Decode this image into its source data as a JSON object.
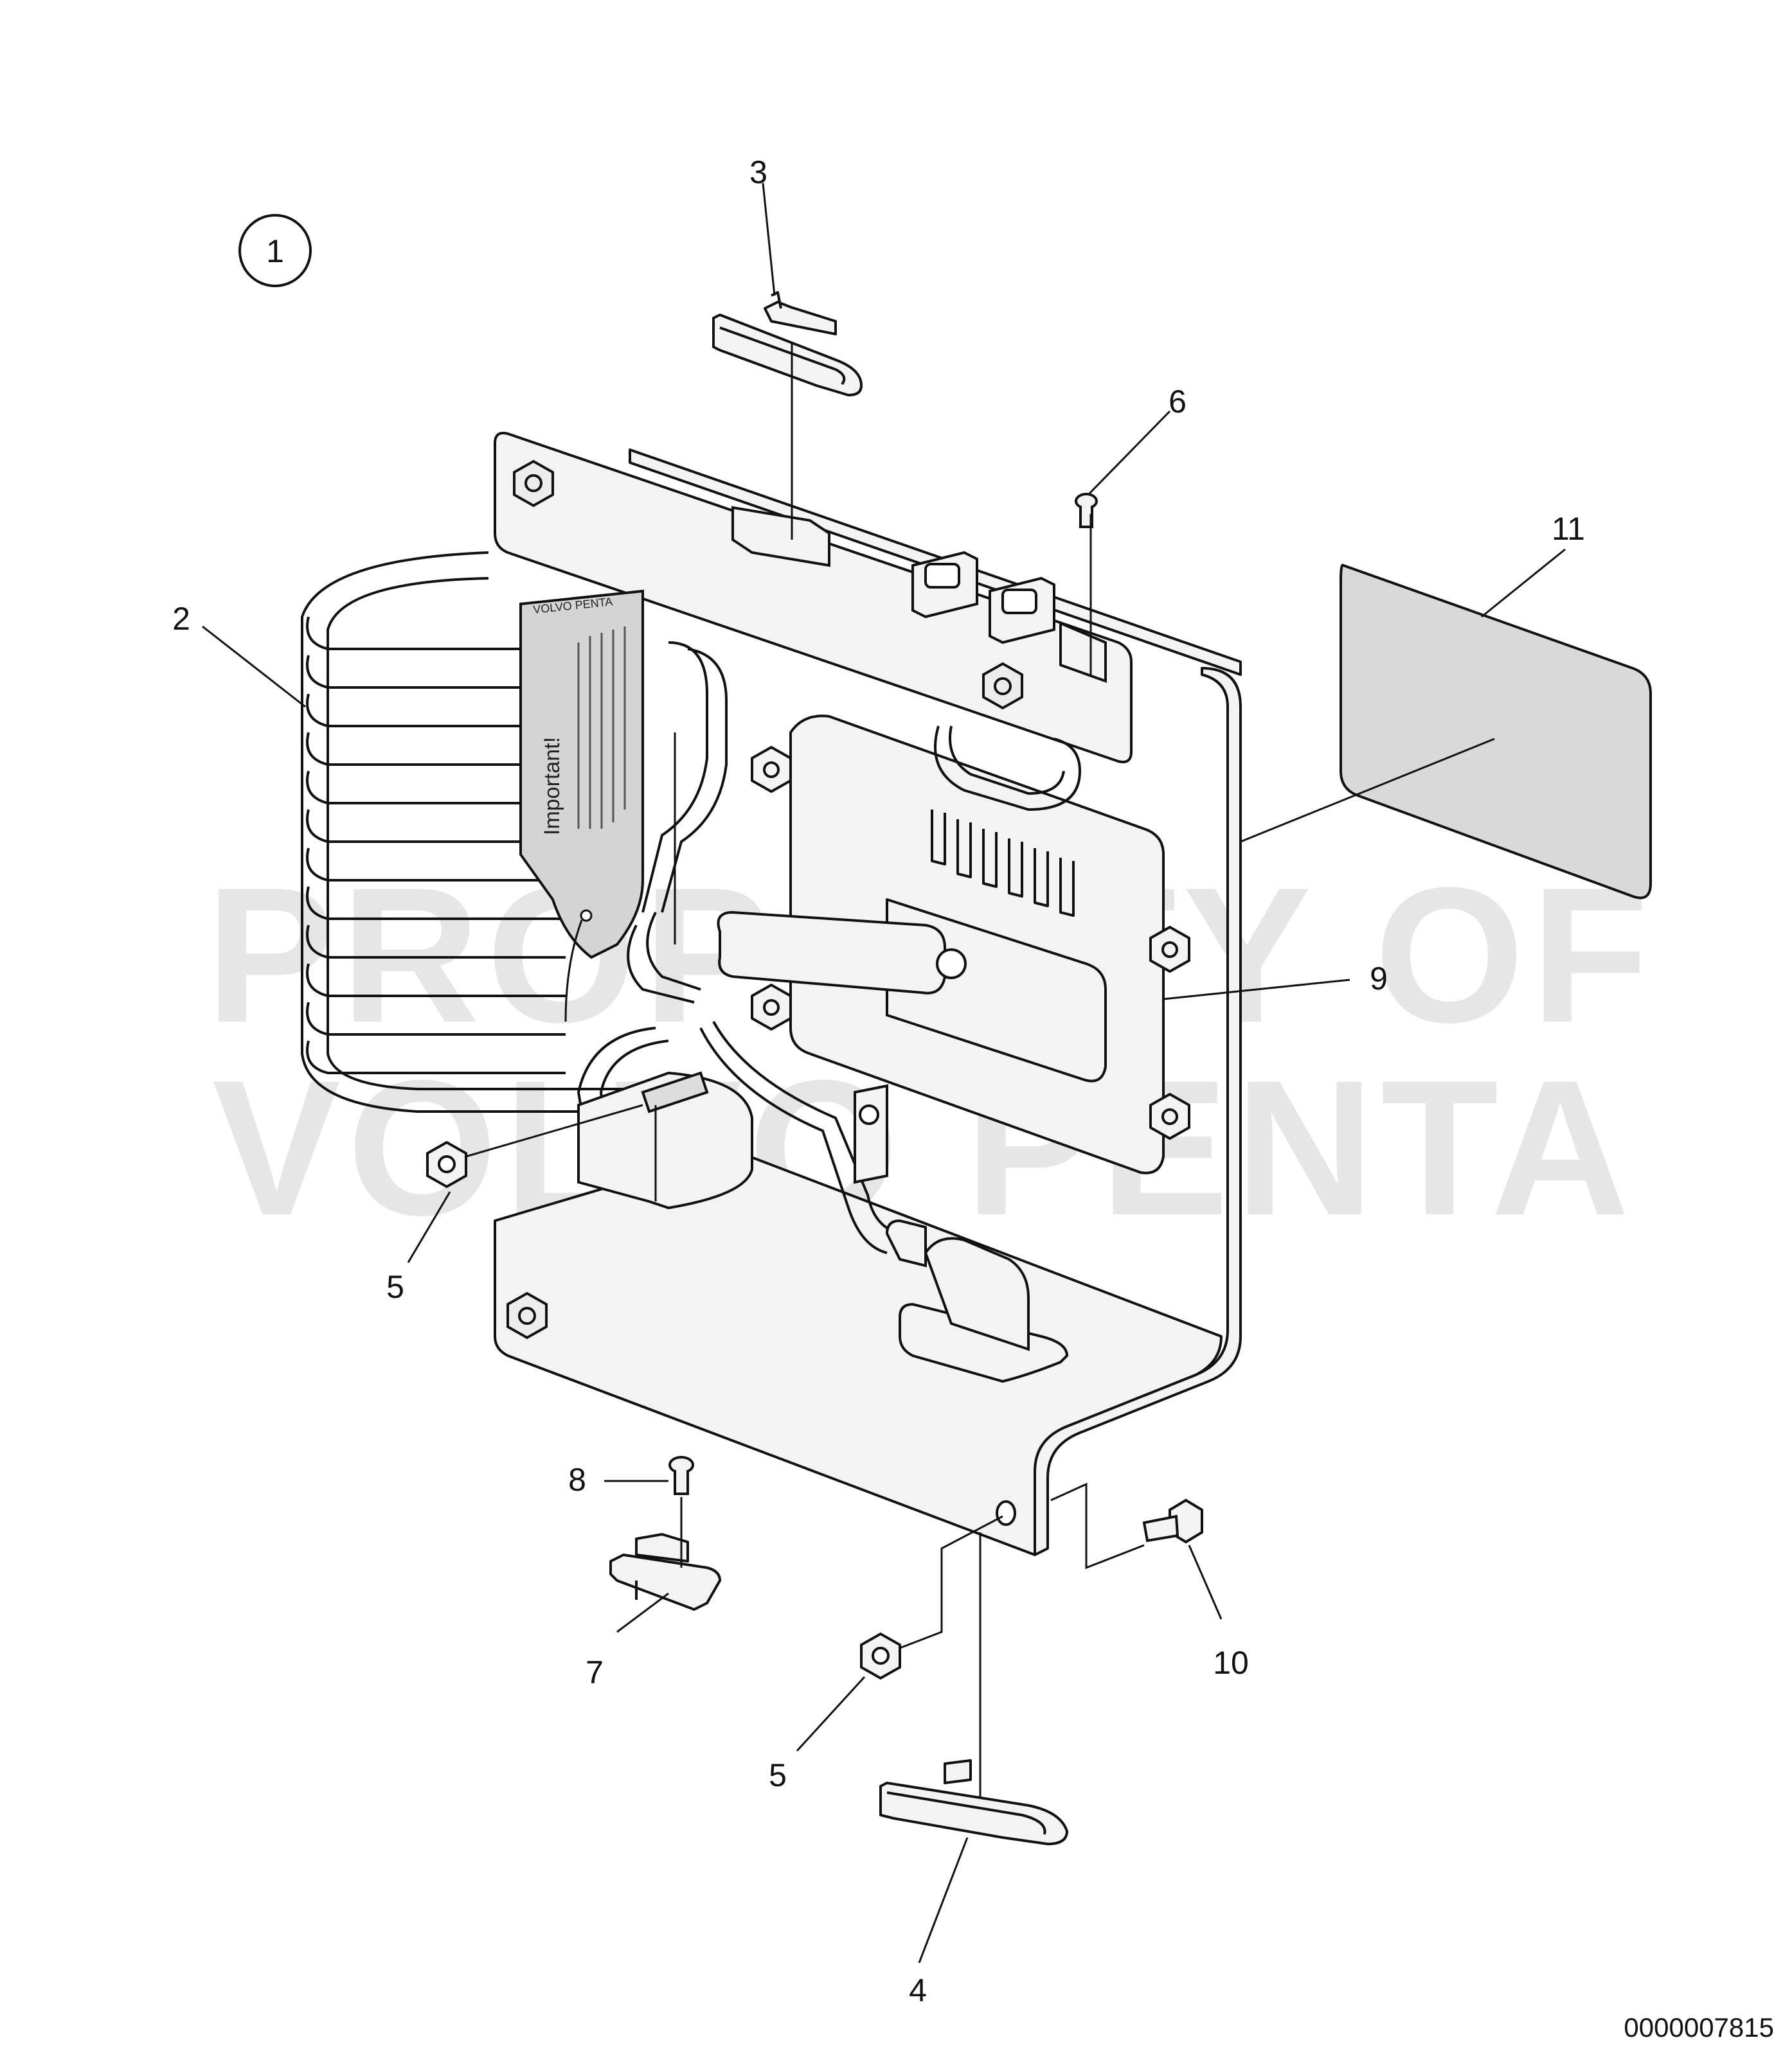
{
  "figure": {
    "view_number": "1",
    "document_number": "0000007815",
    "watermark_lines": [
      "PROPERTY OF",
      "VOLVO PENTA"
    ]
  },
  "decal": {
    "heading": "Important!",
    "header_strip": "VOLVO PENTA"
  },
  "callouts": [
    {
      "id": "c1",
      "label": "1"
    },
    {
      "id": "c2",
      "label": "2"
    },
    {
      "id": "c3",
      "label": "3"
    },
    {
      "id": "c4",
      "label": "4"
    },
    {
      "id": "c5a",
      "label": "5"
    },
    {
      "id": "c5b",
      "label": "5"
    },
    {
      "id": "c6",
      "label": "6"
    },
    {
      "id": "c7",
      "label": "7"
    },
    {
      "id": "c8",
      "label": "8"
    },
    {
      "id": "c9",
      "label": "9"
    },
    {
      "id": "c10",
      "label": "10"
    },
    {
      "id": "c11",
      "label": "11"
    }
  ],
  "colors": {
    "line": "#111111",
    "part_fill": "#f3f3f3",
    "label_fill": "#d9d9d9",
    "watermark": "#e6e6e6"
  }
}
